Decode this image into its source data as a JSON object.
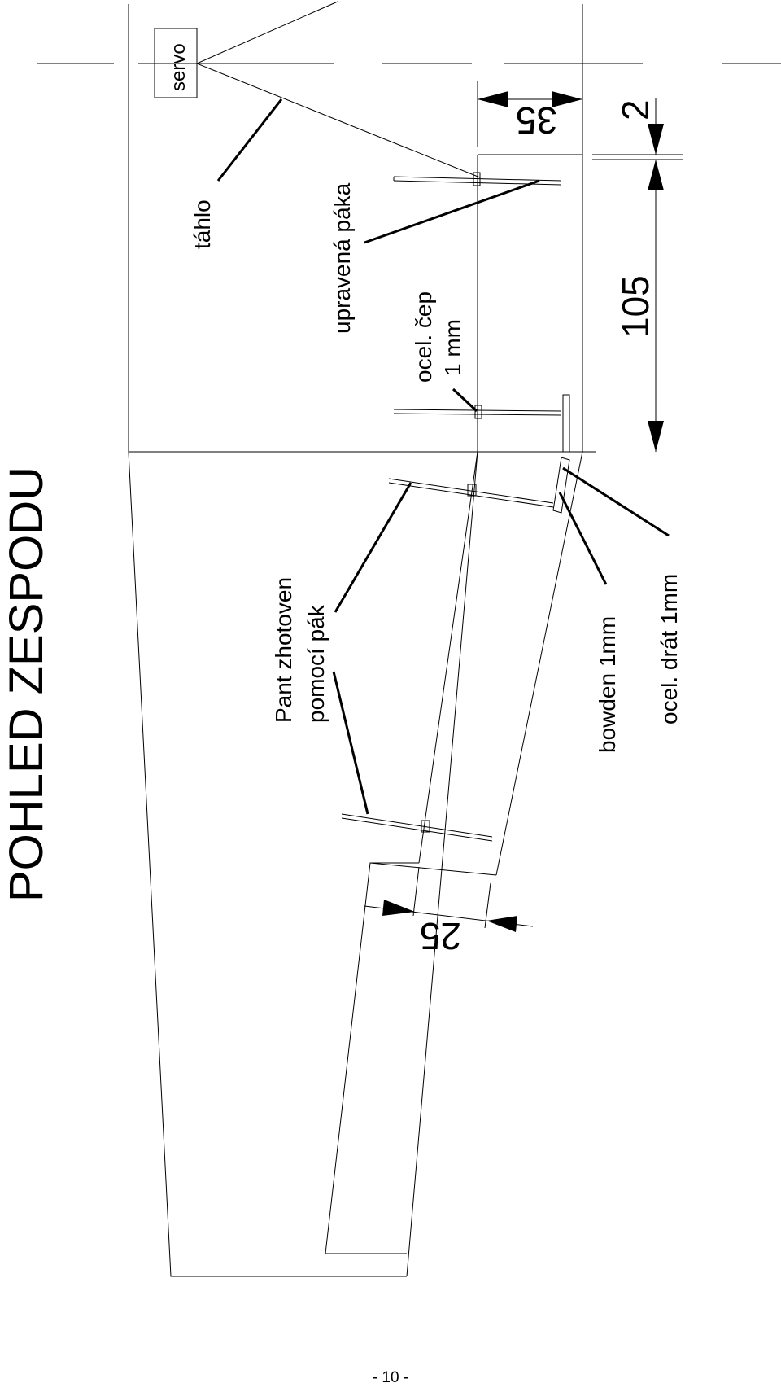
{
  "title": "POHLED ZESPODU",
  "labels": {
    "servo": "servo",
    "tahlo": "táhlo",
    "upravena_paka": "upravená páka",
    "ocel_cep_line1": "ocel. čep",
    "ocel_cep_line2": "1 mm",
    "pant_line1": "Pant zhotoven",
    "pant_line2": "pomocí pák",
    "bowden": "bowden 1mm",
    "ocel_drat": "ocel. drát 1mm"
  },
  "dimensions": {
    "d35": "35",
    "d2": "2",
    "d105": "105",
    "d25": "25"
  },
  "page_number": "- 10 -"
}
